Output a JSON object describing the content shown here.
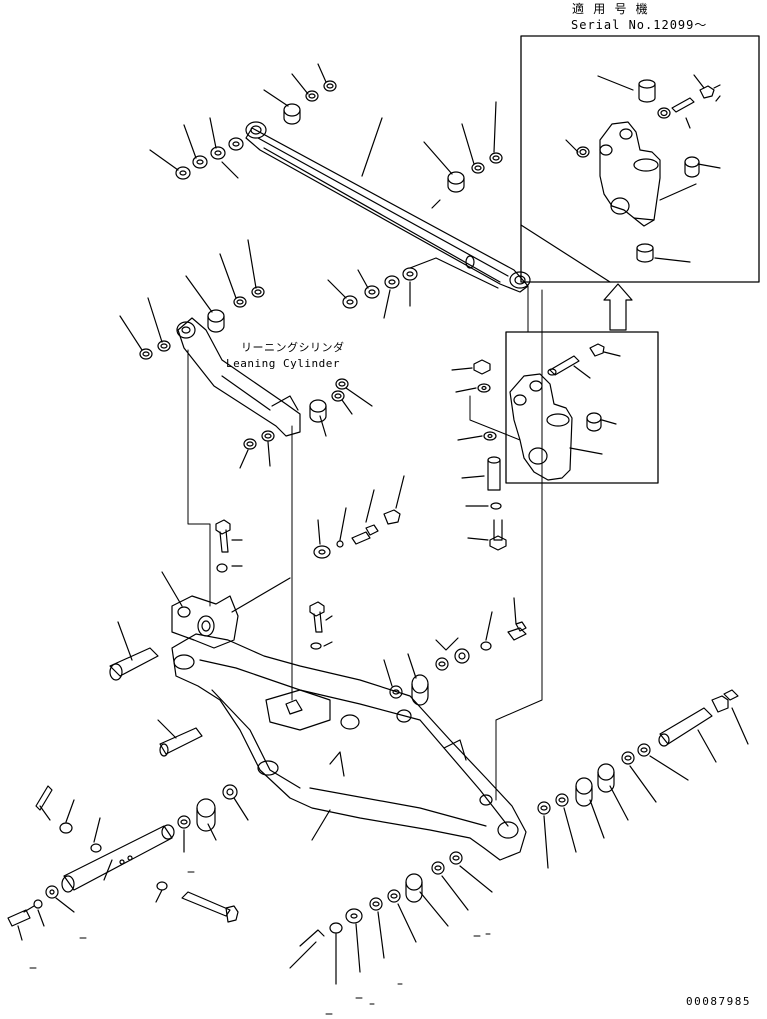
{
  "header": {
    "applicable_model_label": "適 用 号 機",
    "serial_label": "Serial No.12099～"
  },
  "callouts": {
    "leaning_cylinder_jp": "リーニングシリンダ",
    "leaning_cylinder_en": "Leaning Cylinder"
  },
  "footer": {
    "drawing_number": "00087985"
  },
  "colors": {
    "line": "#000000",
    "background": "#ffffff"
  }
}
